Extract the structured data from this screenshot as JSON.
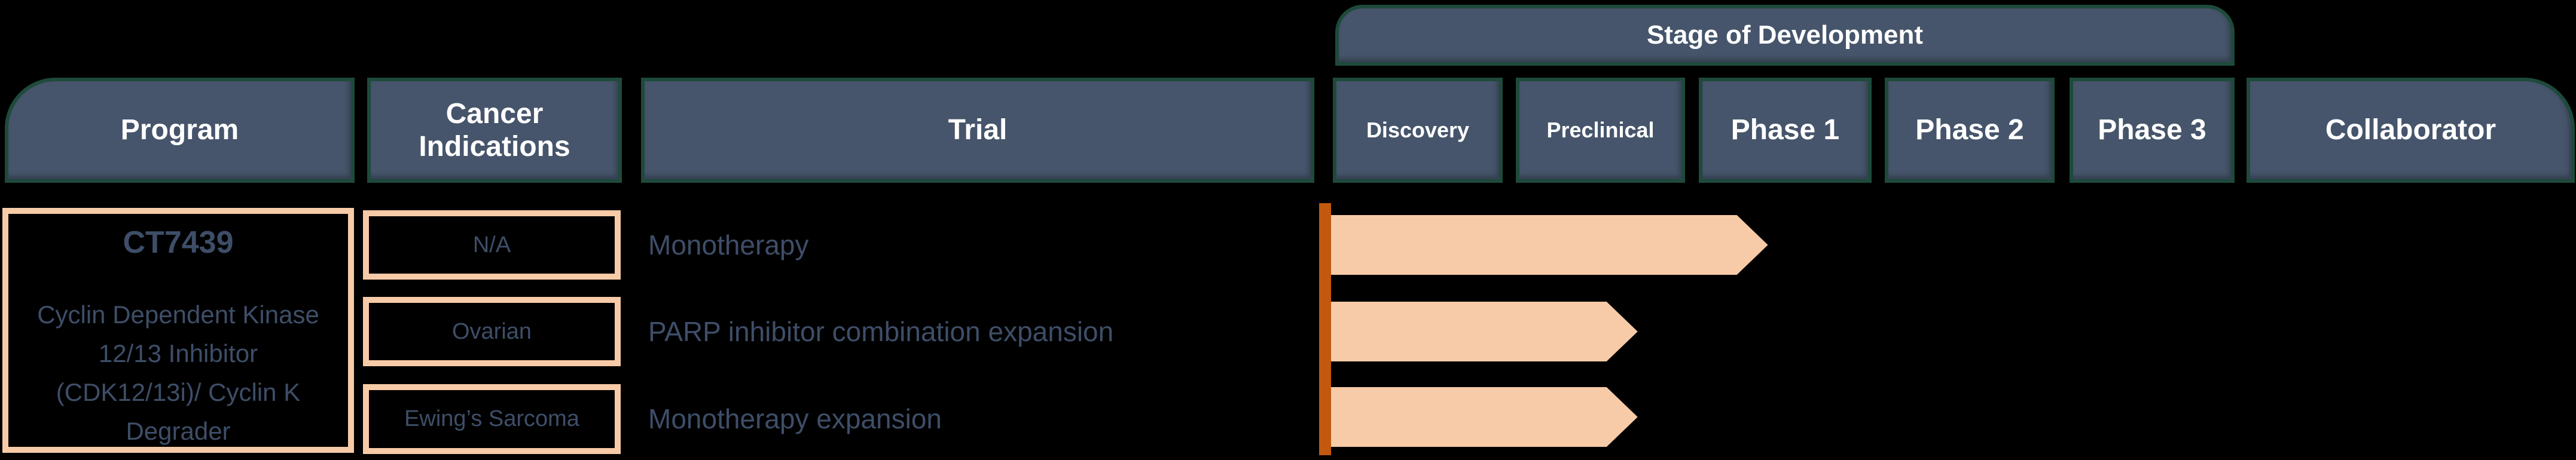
{
  "stage_header": {
    "title": "Stage of Development"
  },
  "header": {
    "columns": [
      {
        "label": "Program"
      },
      {
        "label": "Cancer Indications"
      },
      {
        "label": "Trial"
      },
      {
        "label": "Discovery"
      },
      {
        "label": "Preclinical"
      },
      {
        "label": "Phase 1"
      },
      {
        "label": "Phase 2"
      },
      {
        "label": "Phase 3"
      },
      {
        "label": "Collaborator"
      }
    ]
  },
  "program": {
    "name": "CT7439",
    "description": "Cyclin Dependent Kinase 12/13 Inhibitor (CDK12/13i)/ Cyclin K Degrader"
  },
  "rows": [
    {
      "indication": "N/A",
      "trial": "Monotherapy",
      "collaborator": "",
      "bar": {
        "start_stage": "discovery",
        "end_stage": "phase-1",
        "end_fraction": 0.4
      }
    },
    {
      "indication": "Ovarian",
      "trial": "PARP inhibitor combination expansion",
      "collaborator": "",
      "bar": {
        "start_stage": "discovery",
        "end_stage": "preclinical",
        "end_fraction": 0.72
      }
    },
    {
      "indication": "Ewing’s Sarcoma",
      "trial": "Monotherapy expansion",
      "collaborator": "",
      "bar": {
        "start_stage": "discovery",
        "end_stage": "preclinical",
        "end_fraction": 0.72
      }
    }
  ],
  "colors": {
    "slate": "#46556B",
    "green": "#1E4A3B",
    "peach": "#F7CBA7",
    "orange": "#C2590E",
    "slate-text": "#3E4E68",
    "background": "#000000",
    "header-text": "#FFFFFF"
  }
}
